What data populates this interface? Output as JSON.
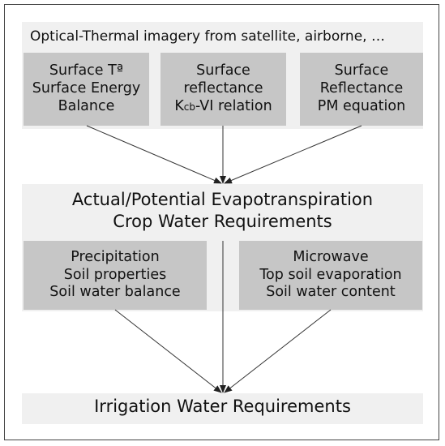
{
  "header": {
    "text": "Optical-Thermal imagery from satellite, airborne, …"
  },
  "top_boxes": [
    {
      "lines": [
        "Surface Tª",
        "Surface Energy",
        "Balance"
      ]
    },
    {
      "lines": [
        "Surface",
        "reflectance"
      ],
      "kcb_prefix": "K",
      "kcb_sub": "cb",
      "kcb_suffix": "-VI relation"
    },
    {
      "lines": [
        "Surface",
        "Reflectance",
        "PM equation"
      ]
    }
  ],
  "center": {
    "line1": "Actual/Potential Evapotranspiration",
    "line2": "Crop Water Requirements"
  },
  "mid_boxes": [
    {
      "lines": [
        "Precipitation",
        "Soil properties",
        "Soil water balance"
      ]
    },
    {
      "lines": [
        "Microwave",
        "Top soil evaporation",
        "Soil water content"
      ]
    }
  ],
  "bottom": {
    "text": "Irrigation Water Requirements"
  }
}
